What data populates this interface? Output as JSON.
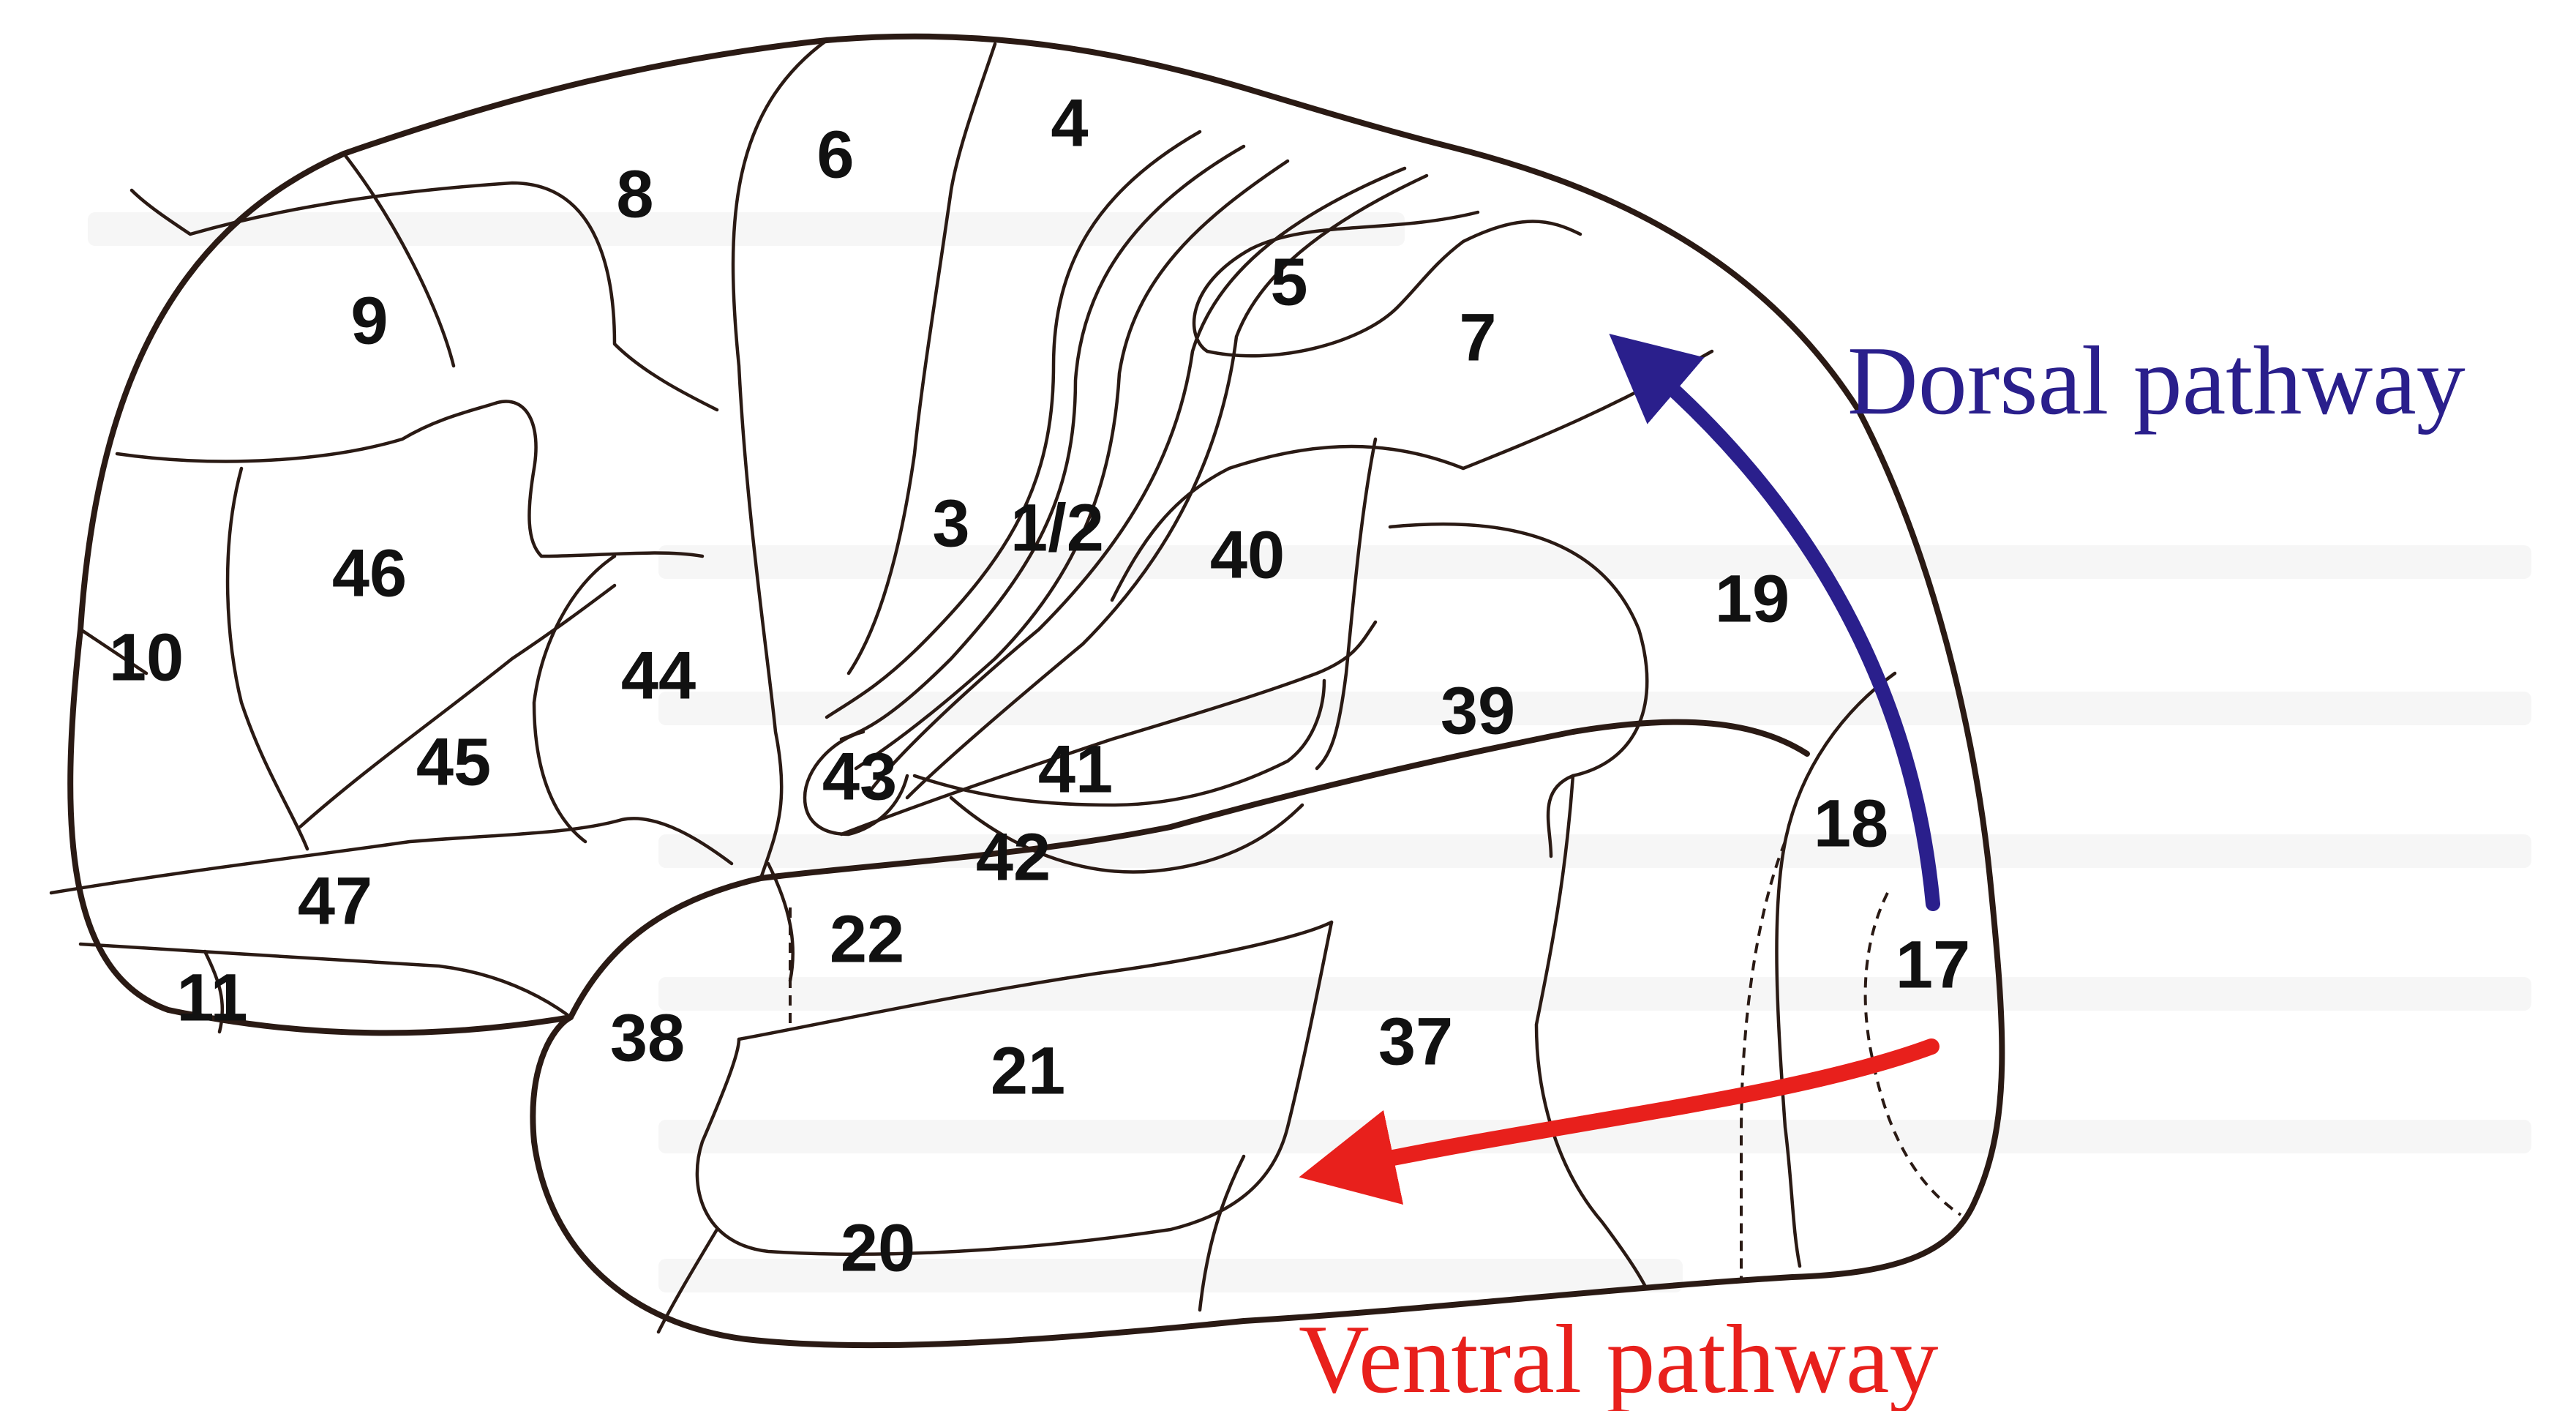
{
  "areas": {
    "a4": "4",
    "a6": "6",
    "a8": "8",
    "a9": "9",
    "a5": "5",
    "a7": "7",
    "a3": "3",
    "a12": "1/2",
    "a40": "40",
    "a46": "46",
    "a10": "10",
    "a44": "44",
    "a45": "45",
    "a19": "19",
    "a39": "39",
    "a43": "43",
    "a41": "41",
    "a42": "42",
    "a18": "18",
    "a47": "47",
    "a22": "22",
    "a17": "17",
    "a11": "11",
    "a38": "38",
    "a21": "21",
    "a37": "37",
    "a20": "20"
  },
  "pathways": {
    "dorsal": {
      "label": "Dorsal pathway",
      "color": "#2a1f8c"
    },
    "ventral": {
      "label": "Ventral pathway",
      "color": "#e8201c"
    }
  }
}
